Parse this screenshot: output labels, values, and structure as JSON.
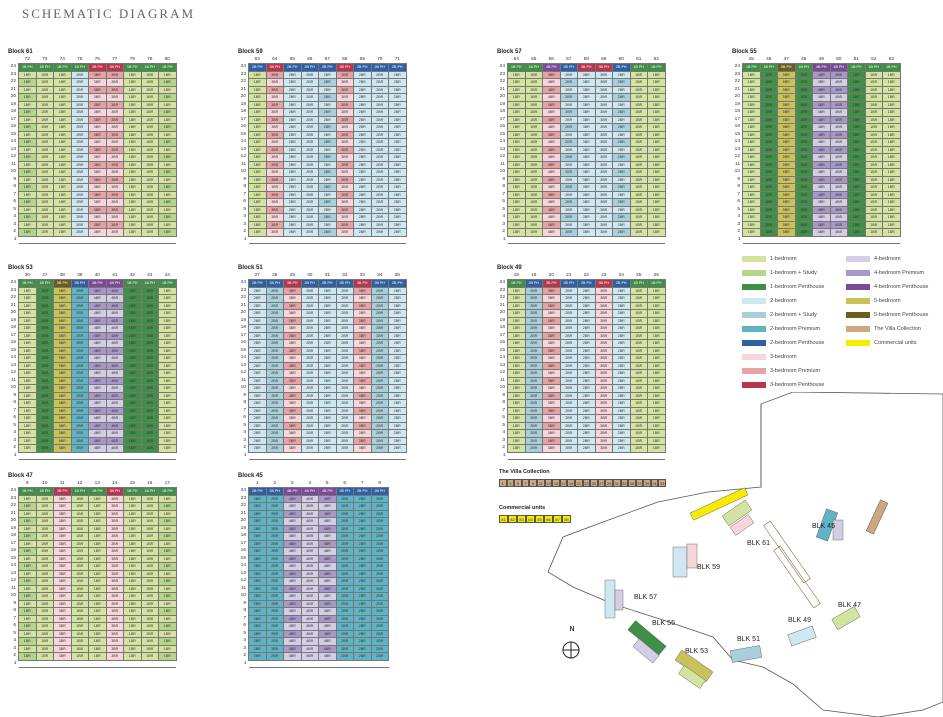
{
  "page_title": "SCHEMATIC DIAGRAM",
  "floors": [
    "24",
    "23",
    "22",
    "21",
    "20",
    "19",
    "18",
    "17",
    "16",
    "15",
    "14",
    "13",
    "12",
    "11",
    "10",
    "9",
    "8",
    "7",
    "6",
    "5",
    "4",
    "3",
    "2",
    "1"
  ],
  "colors": {
    "1BR": "#d4e3a0",
    "1BRS": "#b5d58a",
    "1PH": "#3f8f46",
    "2BR": "#cfe7f0",
    "2BRS": "#a9cfdc",
    "2P": "#5fb4c4",
    "2PH": "#2f5fa5",
    "3BR": "#f7d5d8",
    "3P": "#e5a3a5",
    "3PH": "#b8364d",
    "4BR": "#d4cde6",
    "4P": "#a798c8",
    "4PH": "#7a4a96",
    "5BR": "#c9c25a",
    "5PH": "#6b5e1e",
    "VILLA": "#cda77f",
    "COM": "#f5ec00"
  },
  "blocks": [
    {
      "id": "b61",
      "title": "Block 61",
      "units": [
        "72",
        "73",
        "74",
        "75",
        "76",
        "77",
        "78",
        "79",
        "80"
      ],
      "ph": [
        "1B PH",
        "1B PH",
        "1B PH",
        "1B PH",
        "3B PH",
        "3B PH",
        "1B PH",
        "1B PH",
        "1B PH"
      ],
      "phcol": [
        "1PH",
        "1PH",
        "1PH",
        "1PH",
        "3PH",
        "3PH",
        "1PH",
        "1PH",
        "1PH"
      ],
      "main": [
        "1BR",
        "1BR",
        "1BR",
        "2BR",
        "3BR",
        "3BR",
        "1BR",
        "1BR",
        "1BR"
      ],
      "col": [
        "1BR",
        "1BR",
        "1BR",
        "2BR",
        "3P",
        "3P",
        "1BR",
        "1BR",
        "1BR"
      ],
      "alt": [
        "1BR",
        "1BR",
        "1BR",
        "2BR",
        "3BR",
        "3BR",
        "1BR",
        "1BR",
        "1BR"
      ],
      "altcol": [
        "1BRS",
        "1BR",
        "1BR",
        "2BR",
        "3BR",
        "3BR",
        "1BR",
        "1BR",
        "1BRS"
      ],
      "lowest": 2
    },
    {
      "id": "b59",
      "title": "Block 59",
      "units": [
        "63",
        "64",
        "65",
        "66",
        "67",
        "68",
        "69",
        "70",
        "71"
      ],
      "ph": [
        "2B PH",
        "3B PH",
        "2B PH",
        "2B PH",
        "2B PH",
        "3B PH",
        "2B PH",
        "2B PH",
        "2B PH"
      ],
      "phcol": [
        "2PH",
        "3PH",
        "2PH",
        "2PH",
        "2PH",
        "3PH",
        "2PH",
        "2PH",
        "2PH"
      ],
      "main": [
        "1BR",
        "3BR",
        "2BR",
        "2BR",
        "2BR",
        "3BR",
        "2BR",
        "2BR",
        "2BR"
      ],
      "col": [
        "1BR",
        "3P",
        "2BR",
        "2BR",
        "2BR",
        "3P",
        "2BR",
        "2BR",
        "2BR"
      ],
      "alt": [
        "1BR",
        "3BR",
        "2BR",
        "2BR",
        "2BR",
        "3BR",
        "2BR",
        "2BR",
        "2BR"
      ],
      "altcol": [
        "1BR",
        "3BR",
        "2BR",
        "2BR",
        "2BRS",
        "3BR",
        "2BR",
        "2BR",
        "2BR"
      ],
      "lowest": 2
    },
    {
      "id": "b57",
      "title": "Block 57",
      "units": [
        "54",
        "55",
        "56",
        "57",
        "58",
        "59",
        "60",
        "61",
        "62"
      ],
      "ph": [
        "1B PH",
        "1B PH",
        "4B PH",
        "2B PH",
        "3B PH",
        "3B PH",
        "2B PH",
        "1B PH",
        "1B PH"
      ],
      "phcol": [
        "1PH",
        "1PH",
        "4PH",
        "2PH",
        "3PH",
        "3PH",
        "2PH",
        "1PH",
        "1PH"
      ],
      "main": [
        "1BR",
        "1BR",
        "4BR",
        "2BR",
        "3BR",
        "3BR",
        "2BR",
        "1BR",
        "1BR"
      ],
      "col": [
        "1BR",
        "1BR",
        "3P",
        "2BR",
        "2BR",
        "2BR",
        "2BR",
        "1BR",
        "1BR"
      ],
      "alt": [
        "1BR",
        "1BR",
        "4BR",
        "2BR",
        "3BR",
        "3BR",
        "2BR",
        "1BR",
        "1BR"
      ],
      "altcol": [
        "1BR",
        "1BR",
        "3BR",
        "2BRS",
        "2BR",
        "2BR",
        "2BRS",
        "1BR",
        "1BR"
      ],
      "lowest": 2
    },
    {
      "id": "b55",
      "title": "Block 55",
      "units": [
        "45",
        "46",
        "47",
        "48",
        "49",
        "50",
        "51",
        "52",
        "53"
      ],
      "ph": [
        "1B PH",
        "1B PH",
        "5B PH",
        "1B PH",
        "4B PH",
        "4B PH",
        "1B PH",
        "1B PH",
        "1B PH"
      ],
      "phcol": [
        "1PH",
        "1PH",
        "5PH",
        "1PH",
        "4PH",
        "4PH",
        "1PH",
        "1PH",
        "1PH"
      ],
      "main": [
        "1BR",
        "1BR",
        "5BR",
        "1BR",
        "4BR",
        "4BR",
        "1BR",
        "1BR",
        "1BR"
      ],
      "col": [
        "1BR",
        "1PH",
        "5BR",
        "1PH",
        "4P",
        "4P",
        "1PH",
        "1BR",
        "1BR"
      ],
      "alt": [
        "1BR",
        "1BR",
        "5BR",
        "1BR",
        "4BR",
        "4BR",
        "1BR",
        "1BR",
        "1BR"
      ],
      "altcol": [
        "1BR",
        "1PH",
        "5BR",
        "1PH",
        "4BR",
        "4BR",
        "1PH",
        "1BR",
        "1BR"
      ],
      "lowest": 2
    },
    {
      "id": "b53",
      "title": "Block 53",
      "units": [
        "36",
        "37",
        "38",
        "39",
        "40",
        "41",
        "42",
        "43",
        "44"
      ],
      "ph": [
        "1B PH",
        "1B PH",
        "5B PH",
        "2B PH",
        "4B PH",
        "4B PH",
        "1B PH",
        "1B PH",
        "1B PH"
      ],
      "phcol": [
        "1PH",
        "1PH",
        "5PH",
        "2PH",
        "4PH",
        "4PH",
        "1PH",
        "1PH",
        "1PH"
      ],
      "main": [
        "1BR",
        "1BR",
        "5BR",
        "2BR",
        "4BR",
        "4BR",
        "1BR",
        "1BR",
        "1BR"
      ],
      "col": [
        "1BR",
        "1PH",
        "5BR",
        "2P",
        "4P",
        "4P",
        "1PH",
        "1PH",
        "1BR"
      ],
      "alt": [
        "1BR",
        "1BR",
        "5BR",
        "2BR",
        "4BR",
        "4BR",
        "1BR",
        "1BR",
        "1BR"
      ],
      "altcol": [
        "1BR",
        "1PH",
        "5BR",
        "2P",
        "4BR",
        "4BR",
        "1PH",
        "1PH",
        "1BR"
      ],
      "lowest": 2
    },
    {
      "id": "b51",
      "title": "Block 51",
      "units": [
        "27",
        "28",
        "29",
        "30",
        "31",
        "32",
        "33",
        "34",
        "35"
      ],
      "ph": [
        "2B PH",
        "2B PH",
        "3B PH",
        "2B PH",
        "2B PH",
        "2B PH",
        "3B PH",
        "2B PH",
        "2B PH"
      ],
      "phcol": [
        "2PH",
        "2PH",
        "3PH",
        "2PH",
        "2PH",
        "2PH",
        "3PH",
        "2PH",
        "2PH"
      ],
      "main": [
        "2BR",
        "2BR",
        "3BR",
        "2BR",
        "2BR",
        "2BR",
        "3BR",
        "2BR",
        "2BR"
      ],
      "col": [
        "2BR",
        "2BRS",
        "3P",
        "2BR",
        "2BR",
        "2BR",
        "3P",
        "2BRS",
        "2BR"
      ],
      "alt": [
        "2BR",
        "2BR",
        "3BR",
        "2BR",
        "2BR",
        "2BR",
        "3BR",
        "2BR",
        "2BR"
      ],
      "altcol": [
        "2BR",
        "2BRS",
        "3BR",
        "2BR",
        "2BR",
        "2BR",
        "3BR",
        "2BRS",
        "2BR"
      ],
      "lowest": 2
    },
    {
      "id": "b49",
      "title": "Block 49",
      "units": [
        "18",
        "19",
        "20",
        "21",
        "22",
        "23",
        "24",
        "25",
        "26"
      ],
      "ph": [
        "1B PH",
        "2B PH",
        "3B PH",
        "2B PH",
        "2B PH",
        "3B PH",
        "2B PH",
        "1B PH",
        "1B PH"
      ],
      "phcol": [
        "1PH",
        "2PH",
        "3PH",
        "2PH",
        "2PH",
        "3PH",
        "2PH",
        "1PH",
        "1PH"
      ],
      "main": [
        "1BR",
        "2BR",
        "3BR",
        "2BR",
        "2BR",
        "3BR",
        "2BR",
        "1BR",
        "1BR"
      ],
      "col": [
        "1BR",
        "2BRS",
        "3P",
        "2BR",
        "2BR",
        "3BR",
        "2BR",
        "1BR",
        "1BR"
      ],
      "alt": [
        "1BR",
        "2BR",
        "3BR",
        "2BR",
        "2BR",
        "3BR",
        "2BR",
        "1BR",
        "1BR"
      ],
      "altcol": [
        "1BR",
        "2BRS",
        "3BR",
        "2BR",
        "2BR",
        "3BR",
        "2BR",
        "1BR",
        "1BR"
      ],
      "lowest": 2
    },
    {
      "id": "b47",
      "title": "Block 47",
      "units": [
        "9",
        "10",
        "11",
        "12",
        "13",
        "14",
        "15",
        "16",
        "17"
      ],
      "ph": [
        "1B PH",
        "1B PH",
        "3B PH",
        "1B PH",
        "1B PH",
        "3B PH",
        "1B PH",
        "1B PH",
        "1B PH"
      ],
      "phcol": [
        "1PH",
        "1PH",
        "3PH",
        "1PH",
        "1PH",
        "3PH",
        "1PH",
        "1PH",
        "1PH"
      ],
      "main": [
        "1BR",
        "1BR",
        "3BR",
        "1BR",
        "1BR",
        "3BR",
        "1BR",
        "1BR",
        "1BR"
      ],
      "col": [
        "1BR",
        "1BR",
        "3BR",
        "1BR",
        "1BR",
        "3BR",
        "1BR",
        "1BR",
        "1BR"
      ],
      "alt": [
        "1BR",
        "1BR",
        "3BR",
        "1BR",
        "1BR",
        "3BR",
        "1BR",
        "1BR",
        "1BR"
      ],
      "altcol": [
        "1BRS",
        "1BR",
        "3BR",
        "1BR",
        "1BR",
        "3BR",
        "1BR",
        "1BR",
        "1BRS"
      ],
      "lowest": 2
    },
    {
      "id": "b45",
      "title": "Block 45",
      "units": [
        "1",
        "2",
        "3",
        "4",
        "5",
        "6",
        "7",
        "8"
      ],
      "ph": [
        "2B PH",
        "2B PH",
        "4B PH",
        "4B PH",
        "4B PH",
        "2B PH",
        "2B PH",
        "2B PH"
      ],
      "phcol": [
        "2PH",
        "2PH",
        "4PH",
        "4PH",
        "4PH",
        "2PH",
        "2PH",
        "2PH"
      ],
      "main": [
        "2BR",
        "2BR",
        "4BR",
        "4BR",
        "4BR",
        "2BR",
        "2BR",
        "2BR"
      ],
      "col": [
        "2P",
        "2P",
        "4P",
        "4BR",
        "4P",
        "2P",
        "2P",
        "2P"
      ],
      "alt": [
        "2BR",
        "2BR",
        "4BR",
        "4BR",
        "4BR",
        "2BR",
        "2BR",
        "2BR"
      ],
      "altcol": [
        "2P",
        "2P",
        "4BR",
        "4BR",
        "4BR",
        "2P",
        "2P",
        "2P"
      ],
      "lowest": 2
    }
  ],
  "legend": [
    {
      "label": "1-bedroom",
      "key": "1BR"
    },
    {
      "label": "1-bedroom + Study",
      "key": "1BRS"
    },
    {
      "label": "1-bedroom Penthouse",
      "key": "1PH"
    },
    {
      "label": "2-bedroom",
      "key": "2BR"
    },
    {
      "label": "2-bedroom + Study",
      "key": "2BRS"
    },
    {
      "label": "2-bedroom Premium",
      "key": "2P"
    },
    {
      "label": "2-bedroom Penthouse",
      "key": "2PH"
    },
    {
      "label": "3-bedroom",
      "key": "3BR"
    },
    {
      "label": "3-bedroom Premium",
      "key": "3P"
    },
    {
      "label": "3-bedroom Penthouse",
      "key": "3PH"
    },
    {
      "label": "4-bedroom",
      "key": "4BR"
    },
    {
      "label": "4-bedroom Premium",
      "key": "4P"
    },
    {
      "label": "4-bedroom Penthouse",
      "key": "4PH"
    },
    {
      "label": "5-bedroom",
      "key": "5BR"
    },
    {
      "label": "5-bedroom Penthouse",
      "key": "5PH"
    },
    {
      "label": "The Villa Collection",
      "key": "VILLA"
    },
    {
      "label": "Commercial units",
      "key": "COM"
    }
  ],
  "villa": {
    "title": "The Villa Collection",
    "units": [
      "1",
      "3",
      "5",
      "7",
      "9",
      "11",
      "13",
      "15",
      "17",
      "19",
      "21",
      "23",
      "25",
      "27",
      "29",
      "31",
      "33",
      "35",
      "37",
      "39",
      "41",
      "43"
    ]
  },
  "commercial": {
    "title": "Commercial units",
    "units": [
      "81",
      "82",
      "83",
      "84",
      "85",
      "86",
      "87",
      "88"
    ]
  },
  "site": {
    "north": "N",
    "blocks": [
      "BLK 45",
      "BLK 61",
      "BLK 59",
      "BLK 57",
      "BLK 47",
      "BLK 49",
      "BLK 51",
      "BLK 55",
      "BLK 53"
    ]
  }
}
